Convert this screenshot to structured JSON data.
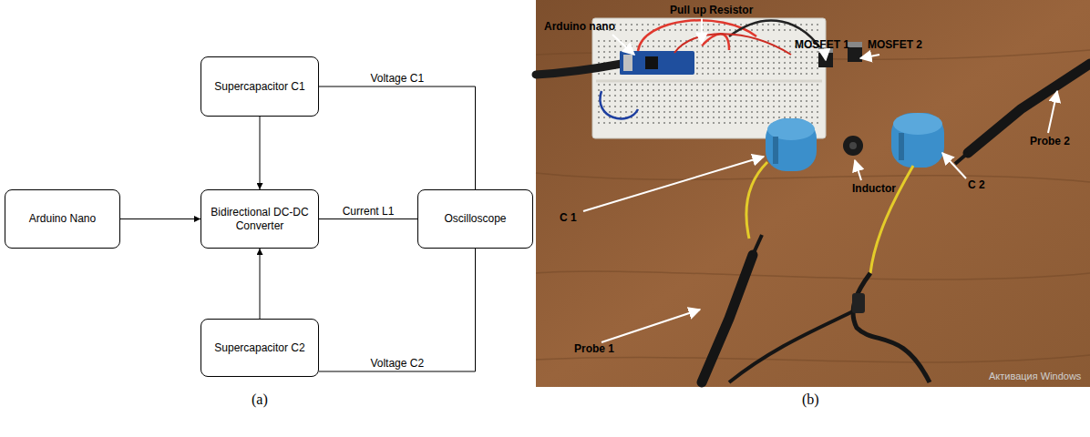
{
  "diagram": {
    "nodes": [
      {
        "text": [
          "Supercapacitor C1"
        ]
      },
      {
        "text": [
          "Arduino Nano"
        ]
      },
      {
        "text": [
          "Bidirectional DC-DC Converter"
        ]
      },
      {
        "text": [
          "Oscilloscope"
        ]
      },
      {
        "text": [
          "Supercapacitor C2"
        ]
      }
    ],
    "edges": [
      {
        "from": 0,
        "to": 2,
        "arrow": "to"
      },
      {
        "from": 1,
        "to": 2,
        "arrow": "to"
      },
      {
        "from": 4,
        "to": 2,
        "arrow": "to"
      },
      {
        "from": 2,
        "to": 3,
        "label": "Current L1",
        "arrow": "none"
      },
      {
        "from": 0,
        "to": 3,
        "label": "Voltage C1",
        "arrow": "none"
      },
      {
        "from": 4,
        "to": 3,
        "label": "Voltage C2",
        "arrow": "none"
      }
    ],
    "labels": [
      "(a)",
      "(b)",
      "Arduino nano",
      "Pull up Resistor",
      "MOSFET 1",
      "MOSFET 2",
      "C 1",
      "Inductor",
      "C 2",
      "Probe 2",
      "Probe 1",
      "Активация Windows"
    ]
  }
}
